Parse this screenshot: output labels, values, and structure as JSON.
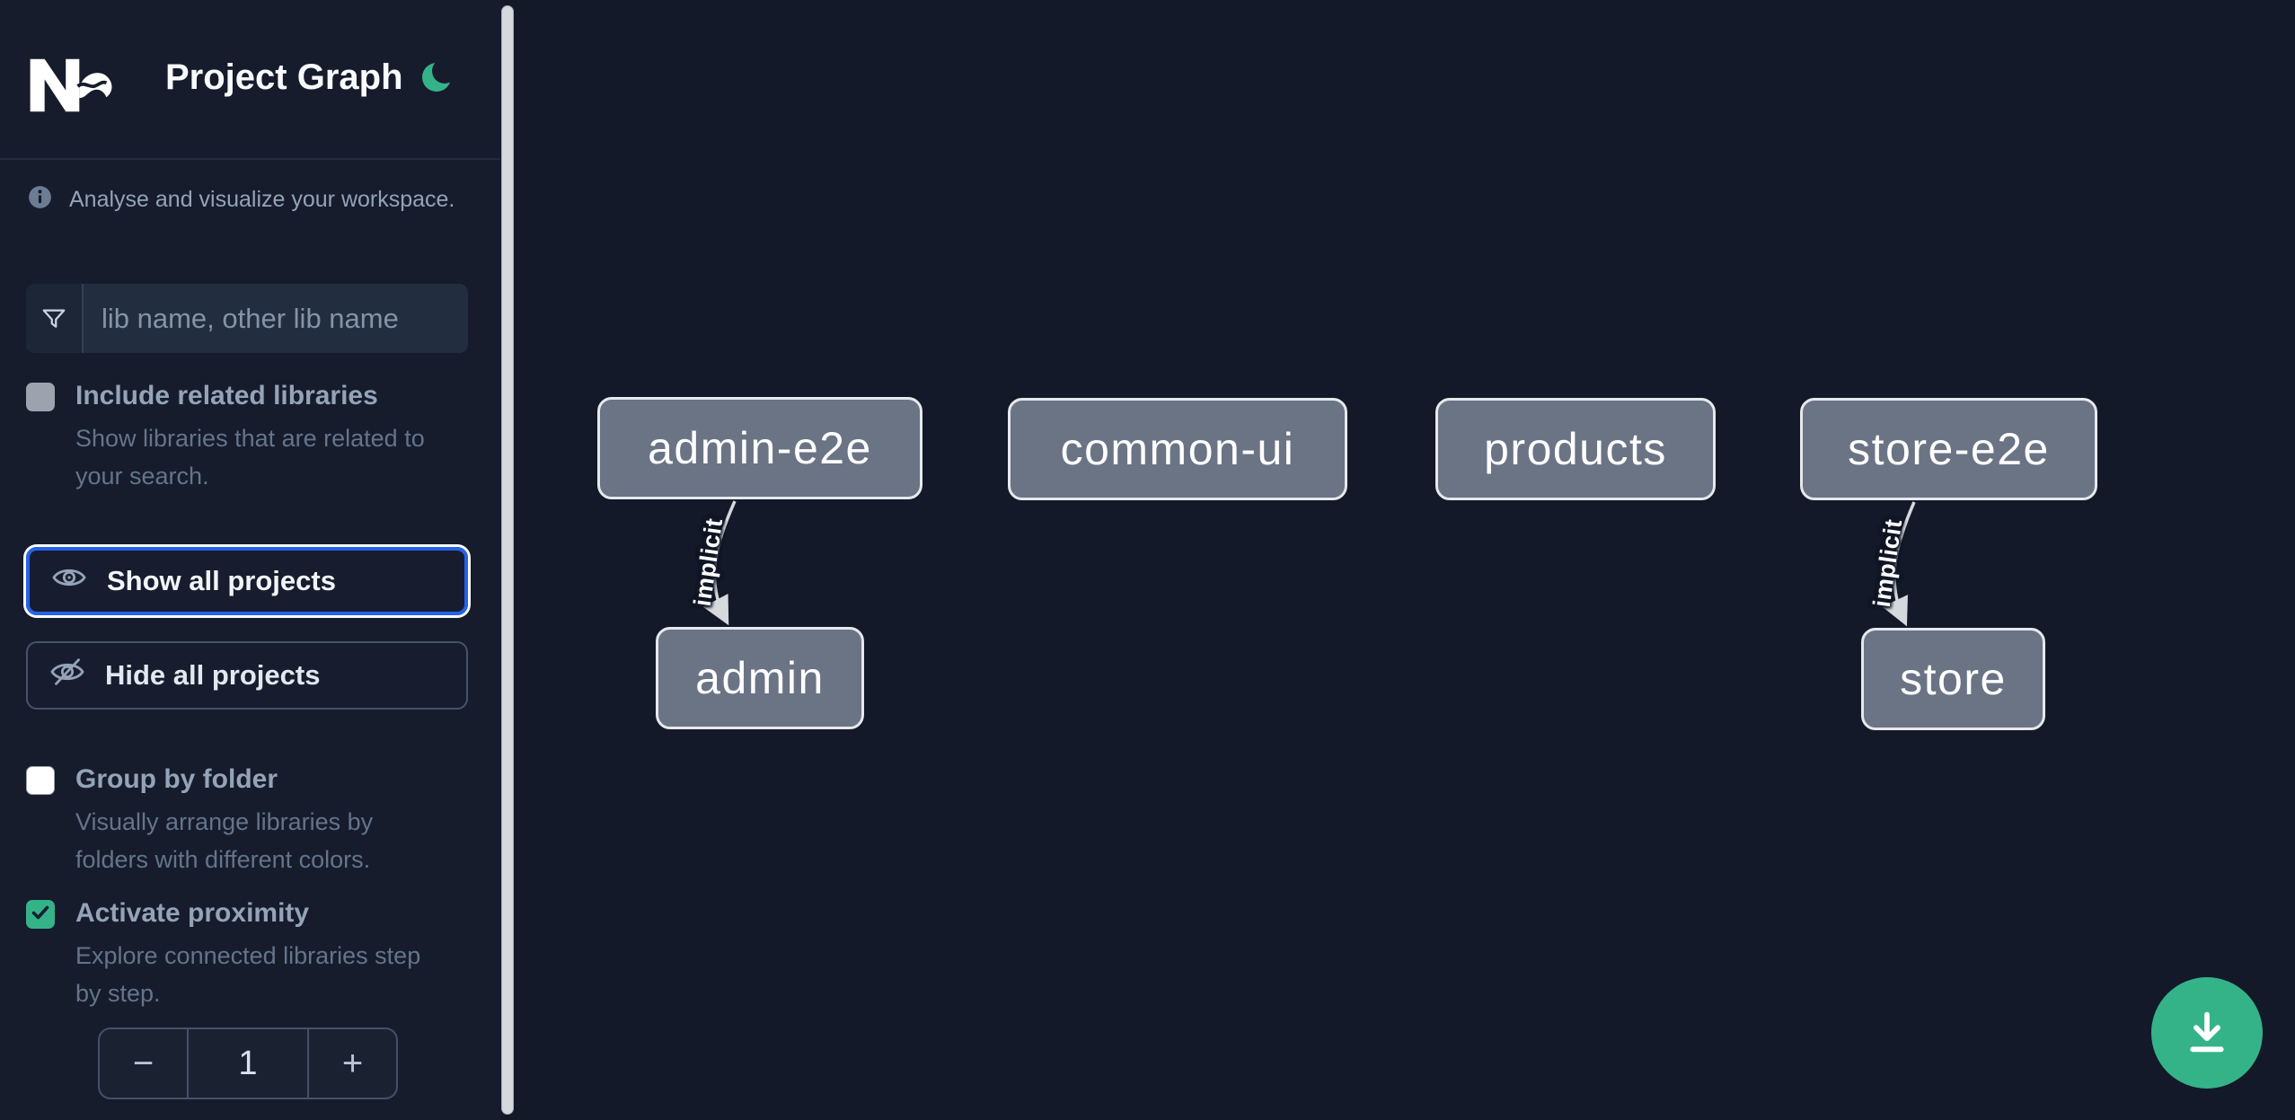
{
  "app": {
    "title": "Project Graph"
  },
  "sidebar": {
    "tagline": "Analyse and visualize your workspace.",
    "filter": {
      "placeholder": "lib name, other lib name",
      "value": ""
    },
    "options": [
      {
        "label": "Include related libraries",
        "description": "Show libraries that are related to\nyour search.",
        "checked": false
      },
      {
        "label": "Group by folder",
        "description": "Visually arrange libraries by\nfolders with different colors.",
        "checked": false
      },
      {
        "label": "Activate proximity",
        "description": "Explore connected libraries step\nby step.",
        "checked": true
      }
    ],
    "actions": [
      {
        "label": "Show all projects",
        "focused": true
      },
      {
        "label": "Hide all projects",
        "focused": false
      }
    ],
    "stepper": {
      "decrement": "−",
      "value": "1",
      "increment": "+"
    }
  },
  "graph": {
    "nodes": [
      {
        "label": "admin-e2e"
      },
      {
        "label": "common-ui"
      },
      {
        "label": "products"
      },
      {
        "label": "store-e2e"
      },
      {
        "label": "admin"
      },
      {
        "label": "store"
      }
    ],
    "edges": [
      {
        "from": "admin-e2e",
        "to": "admin",
        "label": "implicit"
      },
      {
        "from": "store-e2e",
        "to": "store",
        "label": "implicit"
      }
    ]
  },
  "fab": {
    "icon": "download-icon"
  },
  "colors": {
    "accent_green": "#34b389",
    "focus_blue": "#2563eb",
    "node_fill": "#6b7485",
    "node_border": "#e6e8ec",
    "sidebar_bg": "#161c2c",
    "canvas_bg": "#131928",
    "edge": "#d5d8dc"
  }
}
